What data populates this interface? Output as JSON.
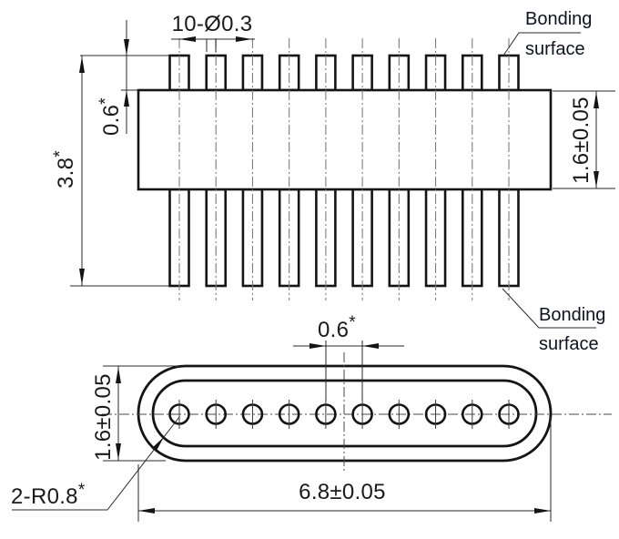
{
  "colors": {
    "background": "#ffffff",
    "line": "#141414",
    "dimension_text": "#1a1a1a",
    "annotation_text": "#0e1320",
    "centerline": "#7d7d7d"
  },
  "geometry": {
    "pin_count": 10
  },
  "top_view": {
    "dim_pin_holes": "10-Ø0.3",
    "dim_pin_protrusion": "0.6",
    "dim_overall_height": "3.8",
    "dim_body_thickness": "1.6±0.05",
    "star": "*",
    "bonding_top": {
      "line1": "Bonding",
      "line2": "surface"
    },
    "bonding_bottom": {
      "line1": "Bonding",
      "line2": "surface"
    }
  },
  "bottom_view": {
    "dim_hole_pitch": "0.6",
    "dim_slot_height": "1.6±0.05",
    "dim_overall_width": "6.8±0.05",
    "dim_corner_radius": "2-R0.8",
    "star": "*"
  }
}
